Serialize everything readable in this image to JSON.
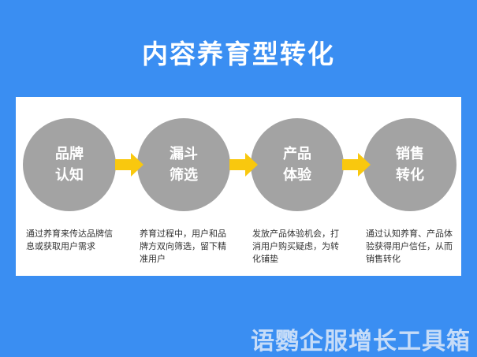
{
  "title": "内容养育型转化",
  "steps": [
    {
      "line1": "品牌",
      "line2": "认知",
      "desc": "通过养育来传达品牌信息或获取用户需求"
    },
    {
      "line1": "漏斗",
      "line2": "筛选",
      "desc": "养育过程中，用户和品牌方双向筛选，留下精准用户"
    },
    {
      "line1": "产品",
      "line2": "体验",
      "desc": "发放产品体验机会，打消用户购买疑虑，为转化铺垫"
    },
    {
      "line1": "销售",
      "line2": "转化",
      "desc": "通过认知养育、产品体验获得用户信任，从而销售转化"
    }
  ],
  "watermark": "语鹦企服增长工具箱",
  "colors": {
    "background": "#3a8ef2",
    "circle": "#a3a3a3",
    "arrow": "#f9c80e"
  }
}
